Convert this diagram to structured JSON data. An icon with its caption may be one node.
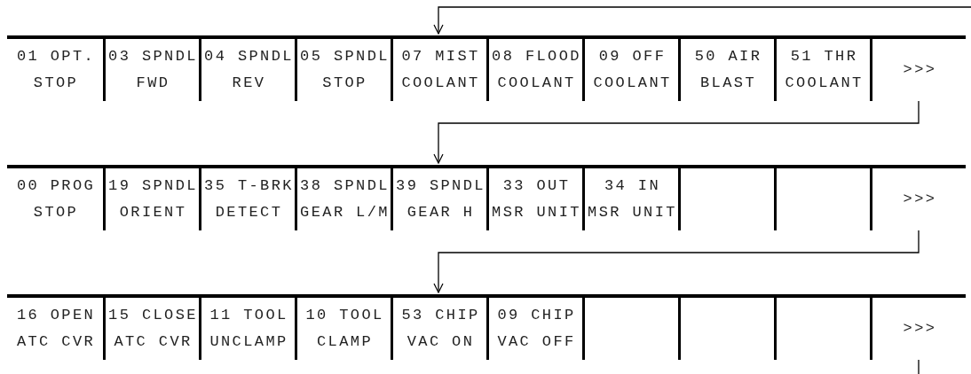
{
  "diagram": {
    "nodes": [
      {
        "text": [
          "01 OPT. STOP"
        ]
      },
      {
        "text": [
          "03 SPNDL FWD"
        ]
      },
      {
        "text": [
          "04 SPNDL REV"
        ]
      },
      {
        "text": [
          "05 SPNDL STOP"
        ]
      },
      {
        "text": [
          "07 MIST COOLANT"
        ]
      },
      {
        "text": [
          "08 FLOOD COOLANT"
        ]
      },
      {
        "text": [
          "09 OFF COOLANT"
        ]
      },
      {
        "text": [
          "50 AIR BLAST"
        ]
      },
      {
        "text": [
          "51 THR COOLANT"
        ]
      },
      {
        "text": [
          ">>>"
        ]
      },
      {
        "text": [
          "00 PROG STOP"
        ]
      },
      {
        "text": [
          "19 SPNDL ORIENT"
        ]
      },
      {
        "text": [
          "35 T-BRK DETECT"
        ]
      },
      {
        "text": [
          "38 SPNDL GEAR L/M"
        ]
      },
      {
        "text": [
          "39 SPNDL GEAR H"
        ]
      },
      {
        "text": [
          "33 OUT MSR UNIT"
        ]
      },
      {
        "text": [
          "34 IN MSR UNIT"
        ]
      },
      {
        "text": [],
        "shape": "box"
      },
      {
        "text": [],
        "shape": "box"
      },
      {
        "text": [
          ">>>"
        ]
      },
      {
        "text": [
          "16 OPEN ATC CVR"
        ]
      },
      {
        "text": [
          "15 CLOSE ATC CVR"
        ]
      },
      {
        "text": [
          "11 TOOL UNCLAMP"
        ]
      },
      {
        "text": [
          "10 TOOL CLAMP"
        ]
      },
      {
        "text": [
          "53 CHIP VAC ON"
        ]
      },
      {
        "text": [
          "09 CHIP VAC OFF"
        ]
      },
      {
        "text": [],
        "shape": "box"
      },
      {
        "text": [],
        "shape": "box"
      },
      {
        "text": [],
        "shape": "box"
      },
      {
        "text": [
          ">>>"
        ]
      }
    ],
    "edges": [
      {
        "from": null,
        "to": 4,
        "arrow": "to"
      },
      {
        "from": 9,
        "to": 14,
        "arrow": "to"
      },
      {
        "from": 19,
        "to": 24,
        "arrow": "to"
      },
      {
        "from": 29,
        "to": null,
        "arrow": "none"
      }
    ]
  }
}
